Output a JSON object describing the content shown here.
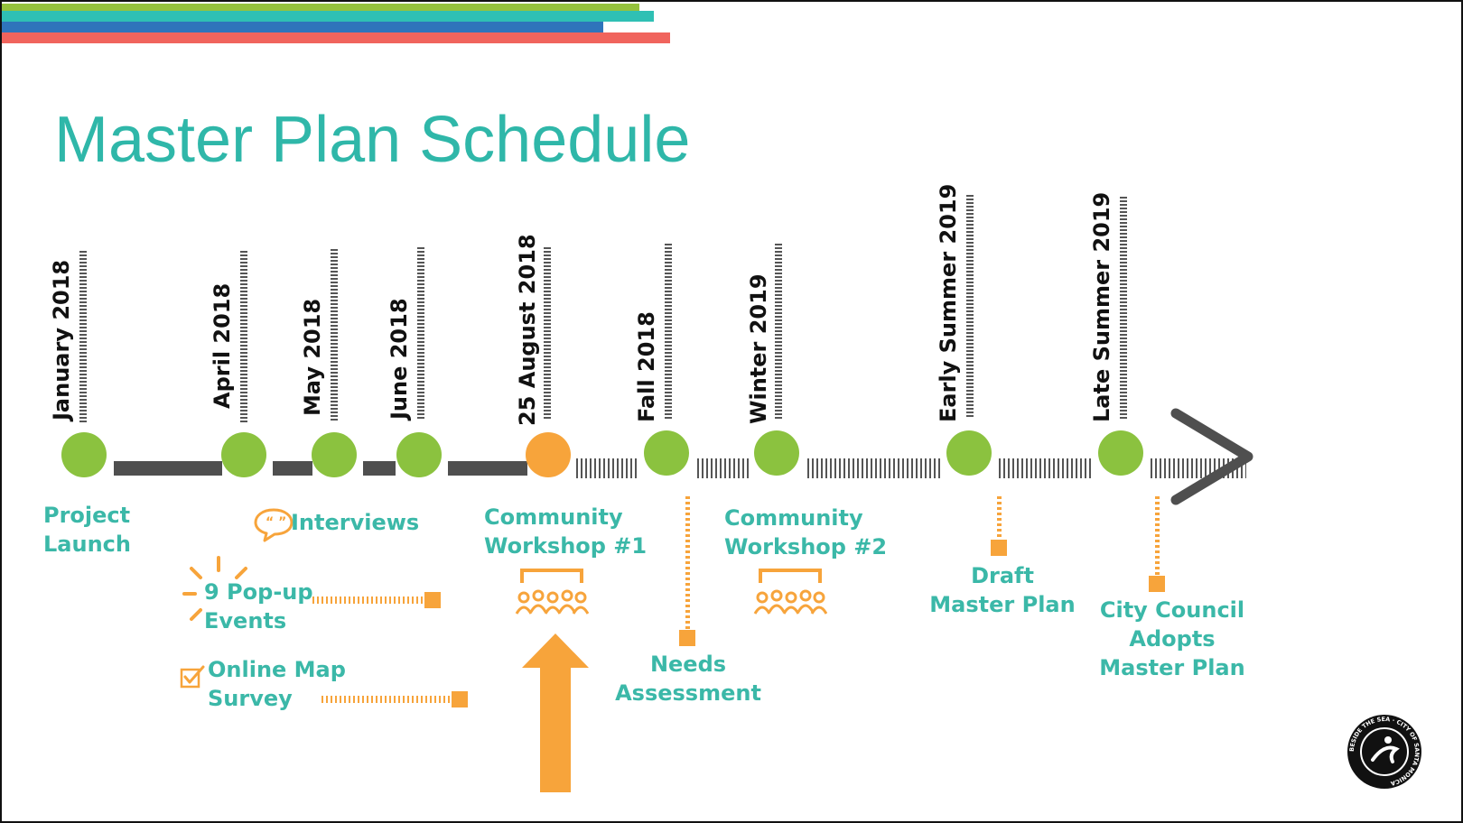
{
  "title": "Master Plan Schedule",
  "colors": {
    "title": "#2fb7a9",
    "milestone": "#8bc23f",
    "current": "#f7a43b",
    "label": "#3bb8a8",
    "accent": "#f7a43b",
    "line": "#4f4f4f",
    "bars": [
      "#95c23d",
      "#2fc0b4",
      "#2f74bb",
      "#f0645d"
    ]
  },
  "milestones": [
    {
      "date": "January 2018",
      "label": [
        "Project",
        "Launch"
      ]
    },
    {
      "date": "April 2018",
      "label": []
    },
    {
      "date": "May 2018",
      "label": []
    },
    {
      "date": "June 2018",
      "label": []
    },
    {
      "date": "25 August 2018",
      "label": [
        "Community",
        "Workshop #1"
      ],
      "current": true
    },
    {
      "date": "Fall 2018",
      "label": [
        "Needs",
        "Assessment"
      ]
    },
    {
      "date": "Winter 2019",
      "label": [
        "Community",
        "Workshop #2"
      ]
    },
    {
      "date": "Early Summer 2019",
      "label": [
        "Draft",
        "Master Plan"
      ]
    },
    {
      "date": "Late Summer  2019",
      "label": [
        "City Council",
        "Adopts",
        "Master Plan"
      ]
    }
  ],
  "activities": {
    "interviews": "Interviews",
    "popup": [
      "9 Pop-up",
      "Events"
    ],
    "survey": [
      "Online Map",
      "Survey"
    ]
  },
  "icons": {
    "interviews": "speech-bubble-icon",
    "popup": "sunburst-icon",
    "survey": "checkbox-icon",
    "workshop": "people-group-icon",
    "current": "up-arrow-icon",
    "end": "timeline-arrow-icon",
    "logo": "city-seal-logo"
  },
  "logo_text": "BESIDE THE SEA · CITY OF SANTA MONICA"
}
